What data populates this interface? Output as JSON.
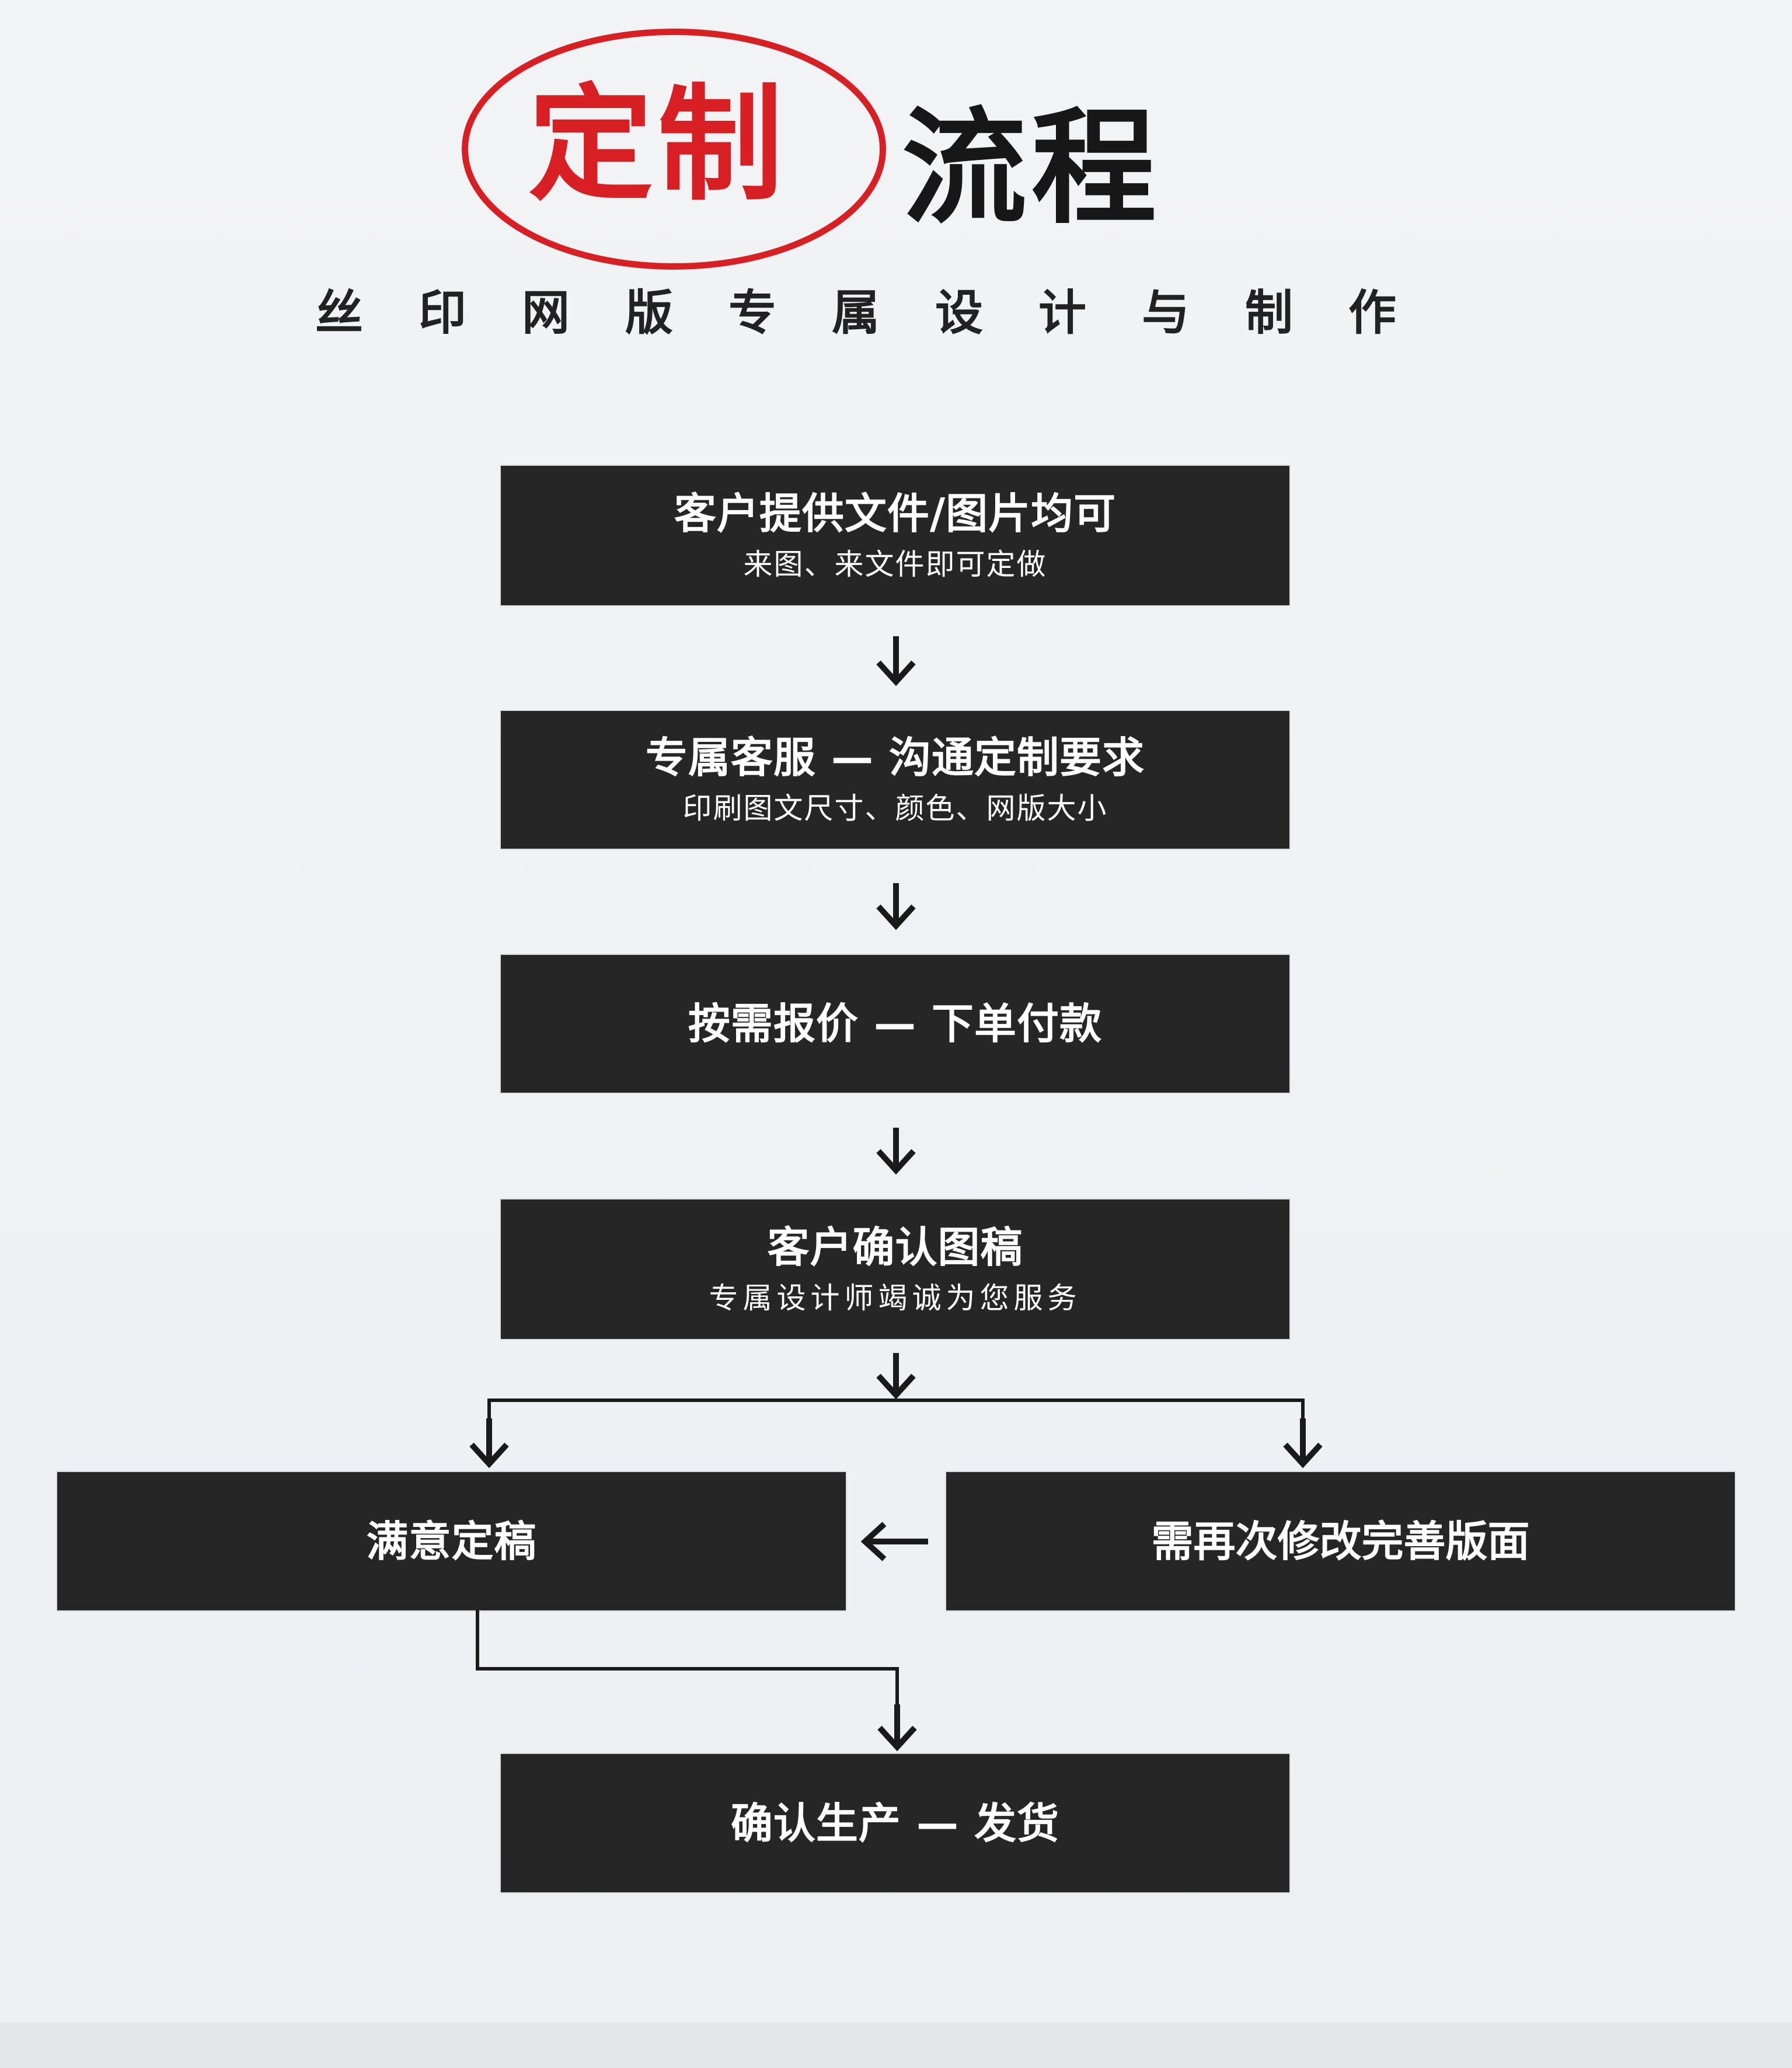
{
  "header": {
    "title_highlight": "定制",
    "title_rest": "流程",
    "subtitle": "丝印网版专属设计与制作",
    "highlight_color": "#d81f24"
  },
  "flow": {
    "steps": [
      {
        "title": "客户提供文件/图片均可",
        "detail": "来图、来文件即可定做"
      },
      {
        "title": "专属客服 — 沟通定制要求",
        "detail": "印刷图文尺寸、颜色、网版大小"
      },
      {
        "title": "按需报价 — 下单付款"
      },
      {
        "title": "客户确认图稿",
        "detail": "专属设计师竭诚为您服务"
      },
      {
        "title": "满意定稿"
      },
      {
        "title": "需再次修改完善版面"
      },
      {
        "title": "确认生产 — 发货"
      }
    ],
    "box_color": "#262626",
    "arrow_color": "#1a1a1a"
  }
}
